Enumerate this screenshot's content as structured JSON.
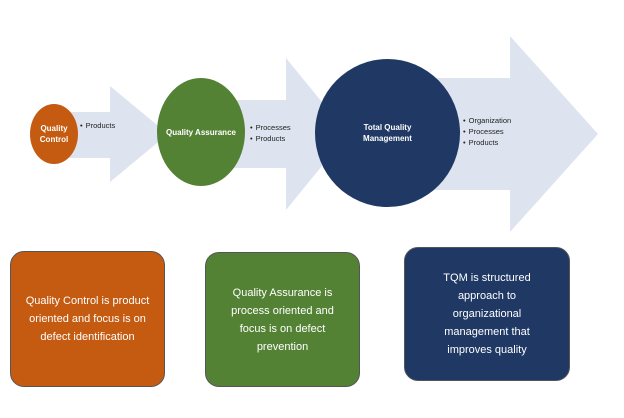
{
  "stages": [
    {
      "title": "Quality Control",
      "bullets": [
        "Products"
      ],
      "description": "Quality Control is product oriented and focus is on defect identification",
      "color": "#c55a11"
    },
    {
      "title": "Quality Assurance",
      "bullets": [
        "Processes",
        "Products"
      ],
      "description": "Quality Assurance is process oriented and focus is on defect prevention",
      "color": "#548235"
    },
    {
      "title": "Total Quality Management",
      "bullets": [
        "Organization",
        "Processes",
        "Products"
      ],
      "description": "TQM is structured approach to organizational management that improves quality",
      "color": "#1f3864"
    }
  ],
  "arrow_color": "#dde3ef"
}
